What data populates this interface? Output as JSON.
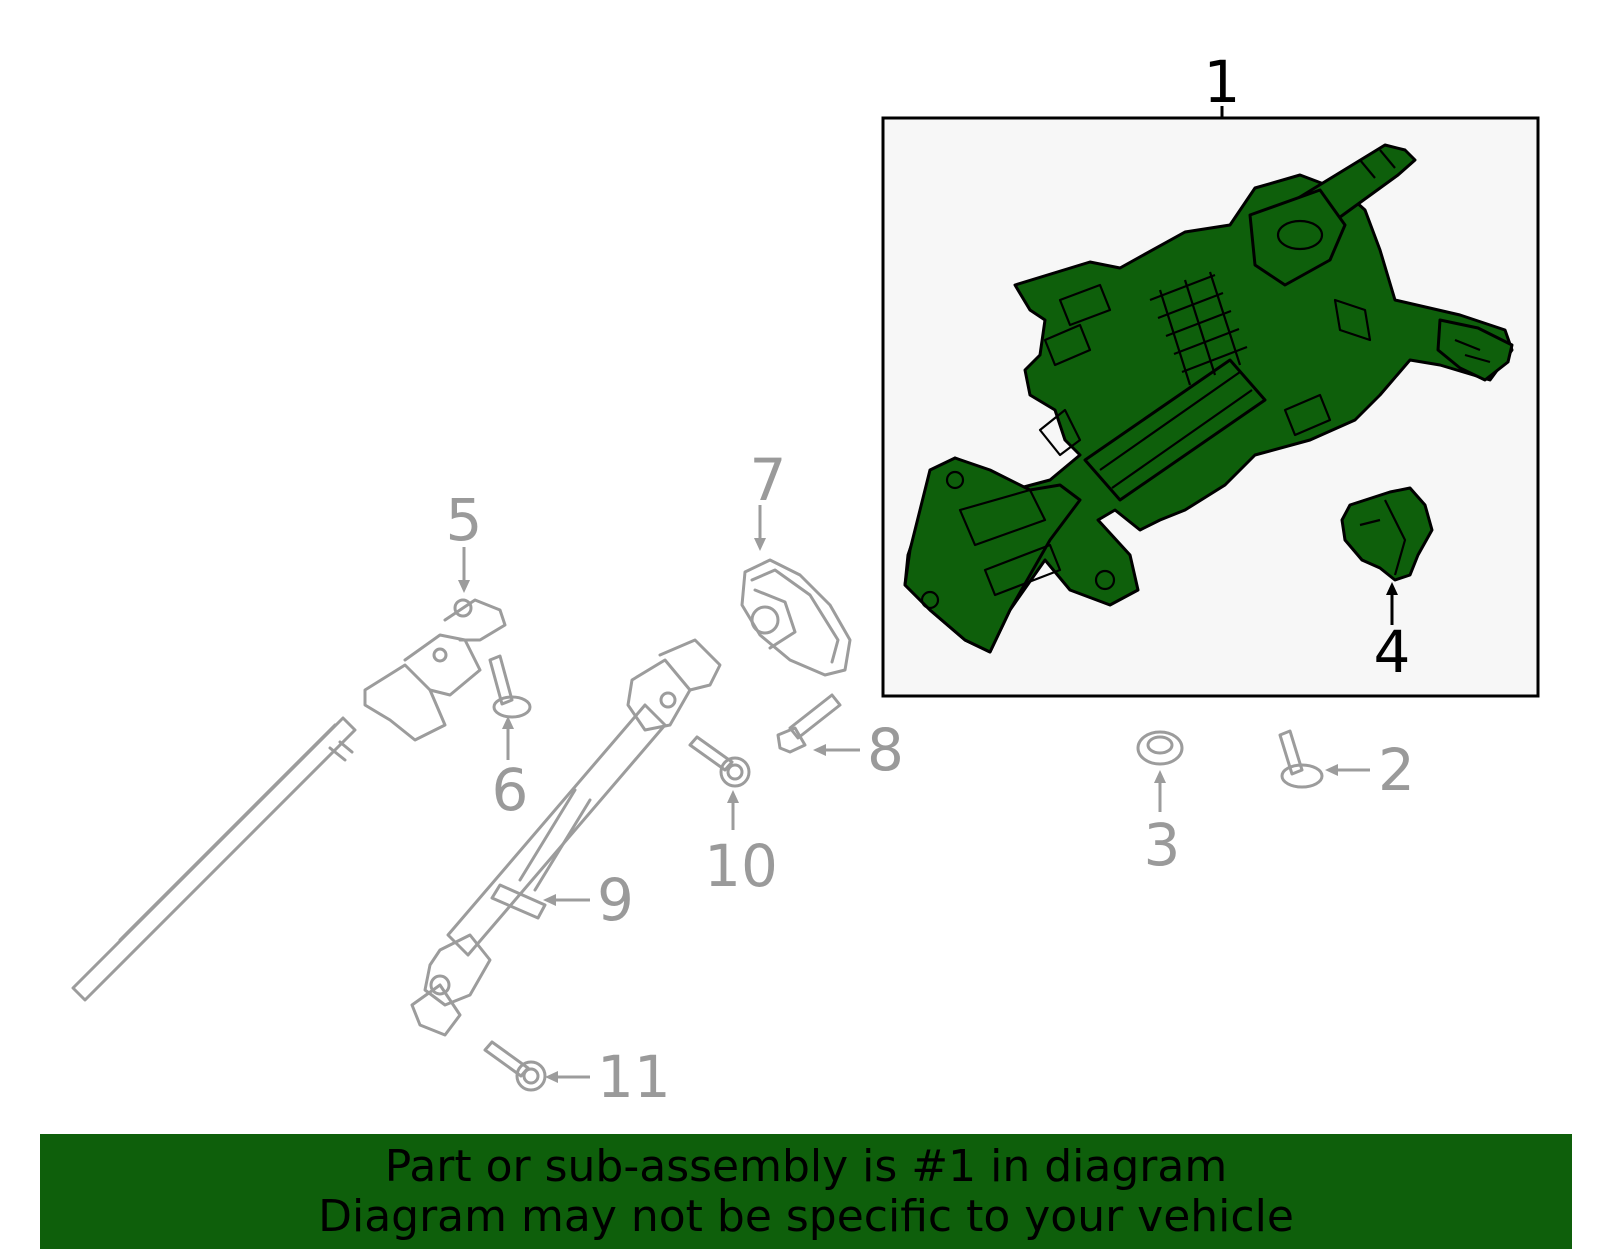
{
  "callouts": {
    "c1": "1",
    "c2": "2",
    "c3": "3",
    "c4": "4",
    "c5": "5",
    "c6": "6",
    "c7": "7",
    "c8": "8",
    "c9": "9",
    "c10": "10",
    "c11": "11"
  },
  "banner": {
    "line1": "Part or sub-assembly is #1 in diagram",
    "line2": "Diagram may not be specific to your vehicle"
  },
  "colors": {
    "highlight": "#0e5f0b",
    "inset_background": "#f7f7f7",
    "other_parts": "#9c9c9c"
  }
}
